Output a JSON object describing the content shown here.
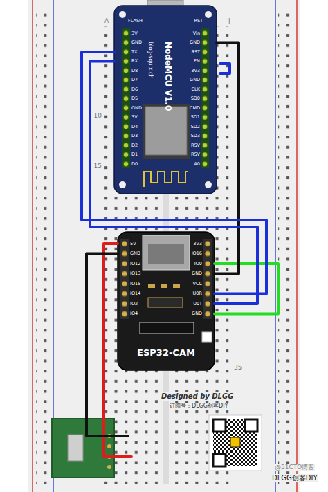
{
  "diagram": {
    "nodes": [
      {
        "text": [
          "blog-squix.ch",
          "NodeMCU V1.0"
        ]
      },
      {
        "text": [
          "ESP32-CAM"
        ]
      }
    ],
    "edges": [
      {
        "from": 0,
        "to": 1,
        "arrow": "none"
      },
      {
        "from": 0,
        "to": 1,
        "arrow": "none"
      },
      {
        "from": 0,
        "to": 1,
        "arrow": "none"
      }
    ],
    "labels": [
      "FLASH",
      "RST",
      "3V",
      "GND",
      "TX",
      "RX",
      "D8",
      "D7",
      "D6",
      "D5",
      "GND",
      "3V",
      "D4",
      "D3",
      "D2",
      "D1",
      "D0",
      "Vin",
      "GND",
      "RST",
      "EN",
      "3V3",
      "GND",
      "CLK",
      "SD0",
      "CMD",
      "SD1",
      "SD2",
      "SD3",
      "RSV",
      "RSV",
      "A0",
      "5V",
      "GND",
      "IO12",
      "IO13",
      "IO15",
      "IO14",
      "IO2",
      "IO4",
      "3V3",
      "IO16",
      "IO0",
      "GND",
      "VCC",
      "U0R",
      "U0T",
      "GND",
      "A",
      "J",
      "10",
      "15",
      "35",
      "Designed by DLGG",
      "订阅号：DLGG创客DIY",
      "DLGG创客DIY",
      "@51CTO博客"
    ]
  }
}
